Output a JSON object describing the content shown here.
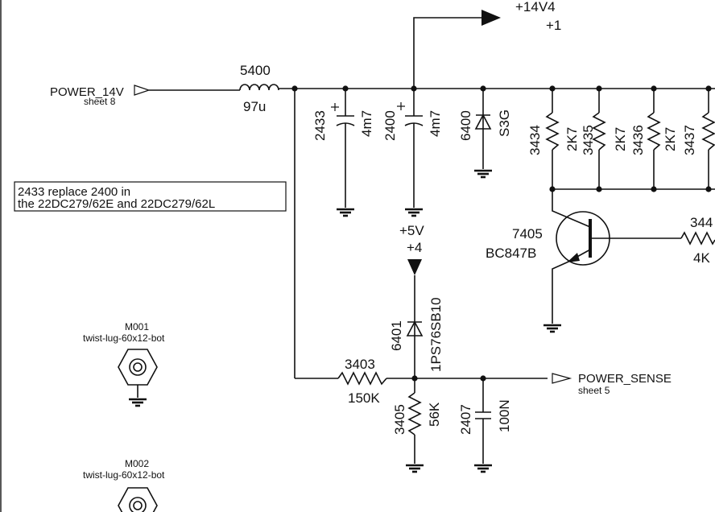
{
  "rail": {
    "net": "+14V4",
    "pin": "+1"
  },
  "input": {
    "name": "POWER_14V",
    "sheet": "sheet 8"
  },
  "output": {
    "name": "POWER_SENSE",
    "sheet": "sheet 5"
  },
  "inductor": {
    "ref": "5400",
    "value": "97u"
  },
  "capacitors": [
    {
      "ref": "2433",
      "value": "4m7",
      "polarized": true
    },
    {
      "ref": "2400",
      "value": "4m7",
      "polarized": true
    },
    {
      "ref": "2407",
      "value": "100N",
      "polarized": false
    }
  ],
  "diodes": [
    {
      "ref": "6400",
      "value": "S3G"
    },
    {
      "ref": "6401",
      "value": "1PS76SB10"
    }
  ],
  "resistors": [
    {
      "ref": "3434",
      "value": "2K7"
    },
    {
      "ref": "3435",
      "value": "2K7"
    },
    {
      "ref": "3436",
      "value": "2K7"
    },
    {
      "ref": "3437",
      "value": ""
    },
    {
      "ref": "3403",
      "value": "150K"
    },
    {
      "ref": "3405",
      "value": "56K"
    },
    {
      "ref": "344",
      "value": "4K"
    }
  ],
  "transistor": {
    "ref": "7405",
    "type": "BC847B"
  },
  "supply5v": {
    "net": "+5V",
    "pin": "+4"
  },
  "note": {
    "line1": "2433 replace 2400 in",
    "line2": "the 22DC279/62E and 22DC279/62L"
  },
  "mounts": [
    {
      "ref": "M001",
      "desc": "twist-lug-60x12-bot"
    },
    {
      "ref": "M002",
      "desc": "twist-lug-60x12-bot"
    }
  ]
}
